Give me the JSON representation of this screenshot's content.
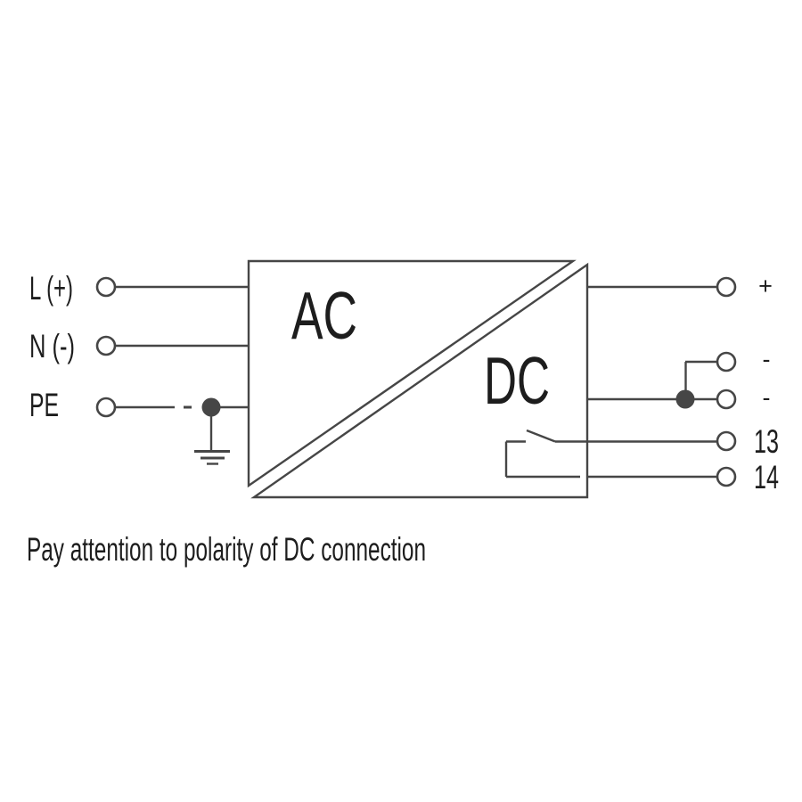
{
  "diagram": {
    "title_note": "Pay attention to polarity of DC connection",
    "converter": {
      "ac_label": "AC",
      "dc_label": "DC"
    },
    "inputs": [
      {
        "label": "L (+)"
      },
      {
        "label": "N (-)"
      },
      {
        "label": "PE"
      }
    ],
    "outputs": [
      {
        "label": "+"
      },
      {
        "label": "-"
      },
      {
        "label": "-"
      },
      {
        "label": "13"
      },
      {
        "label": "14"
      }
    ],
    "colors": {
      "line": "#464646",
      "text": "#1d1d1d",
      "background": "#ffffff"
    }
  }
}
